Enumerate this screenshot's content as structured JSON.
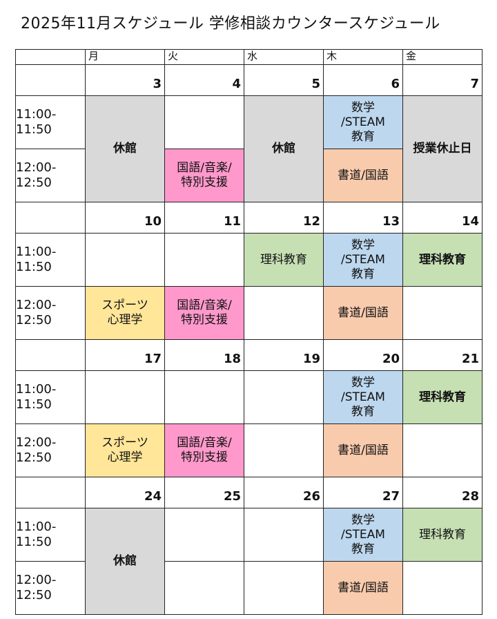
{
  "title": "2025年11月スケジュール 学修相談カウンタースケジュール",
  "weekdays": [
    "月",
    "火",
    "水",
    "木",
    "金"
  ],
  "times": {
    "a": [
      "11:00-",
      "11:50"
    ],
    "b": [
      "12:00-",
      "12:50"
    ]
  },
  "weeks": [
    {
      "dates": [
        "3",
        "4",
        "5",
        "6",
        "7"
      ],
      "events": {
        "mon": "休館",
        "tue_b": [
          "国語/音楽/",
          "特別支援"
        ],
        "wed": "休館",
        "thu_a": [
          "数学",
          "/STEAM",
          "教育"
        ],
        "thu_b": "書道/国語",
        "fri": "授業休止日"
      }
    },
    {
      "dates": [
        "10",
        "11",
        "12",
        "13",
        "14"
      ],
      "events": {
        "wed_a": "理科教育",
        "thu_a": [
          "数学",
          "/STEAM",
          "教育"
        ],
        "fri_a": "理科教育",
        "mon_b": [
          "スポーツ",
          "心理学"
        ],
        "tue_b": [
          "国語/音楽/",
          "特別支援"
        ],
        "thu_b": "書道/国語"
      }
    },
    {
      "dates": [
        "17",
        "18",
        "19",
        "20",
        "21"
      ],
      "events": {
        "thu_a": [
          "数学",
          "/STEAM",
          "教育"
        ],
        "fri_a": "理科教育",
        "mon_b": [
          "スポーツ",
          "心理学"
        ],
        "tue_b": [
          "国語/音楽/",
          "特別支援"
        ],
        "thu_b": "書道/国語"
      }
    },
    {
      "dates": [
        "24",
        "25",
        "26",
        "27",
        "28"
      ],
      "events": {
        "mon": "休館",
        "thu_a": [
          "数学",
          "/STEAM",
          "教育"
        ],
        "fri_a": "理科教育",
        "thu_b": "書道/国語"
      }
    }
  ],
  "colors": {
    "closed": "#d9d9d9",
    "math_steam": "#bdd7ee",
    "calligraphy": "#f8cbad",
    "japanese_music": "#ff99cc",
    "science": "#c6e0b4",
    "sports_psych": "#ffe699"
  }
}
